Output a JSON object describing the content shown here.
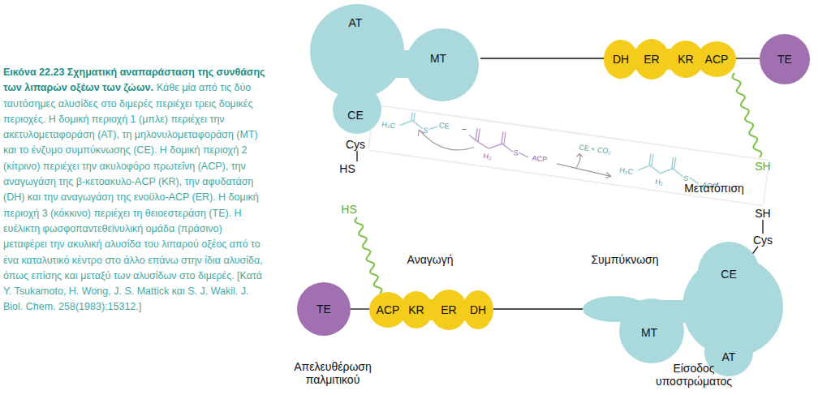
{
  "diagram": {
    "title": "Εικόνα 22.23 Σχηματική αναπαράσταση της συνθάσης των λιπαρών οξέων των ζώων.",
    "caption": "Κάθε μία από τις δύο ταυτόσημες αλυσίδες στο διμερές περιέχει τρεις δομικές περιοχές. Η δομική περιοχή 1 (μπλε) περιέχει την ακετυλομεταφοράση (AT), τη μηλονυλομεταφοράση (MT) και το ένζυμο συμπύκνωσης (CE). Η δομική περιοχή 2 (κίτρινο) περιέχει την ακυλοφόρο πρωτεΐνη (ACP), την αναγωγάση της β-κετοακυλο-ACP (KR), την αφυδατάση (DH) και την αναγωγάση της ενοϋλο-ACP (ER). Η δομική περιοχή 3 (κόκκινο) περιέχει τη θειοεστεράση (TE). Η ευέλικτη φωσφοπαντεθεϊνυλική ομάδα (πράσινο) μεταφέρει την ακυλική αλυσίδα του λιπαρού οξέος από το ένα καταλυτικό κέντρο στο άλλο επάνω στην ίδια αλυσίδα, όπως επίσης και μεταξύ των αλυσίδων στο διμερές. [Κατά Y. Tsukamoto, H. Wong, J. S. Mattick και S. J. Wakil. J. Biol. Chem. 258(1983):15312.]",
    "nodes": [
      {
        "text": [
          "AT",
          "MT",
          "CE"
        ]
      },
      {
        "text": [
          "DH",
          "ER",
          "KR",
          "ACP"
        ]
      },
      {
        "text": [
          "TE"
        ]
      },
      {
        "text": [
          "TE"
        ]
      },
      {
        "text": [
          "ACP",
          "KR",
          "ER",
          "DH"
        ]
      },
      {
        "text": [
          "CE",
          "MT",
          "AT"
        ]
      }
    ],
    "edges": [
      {
        "from": 0,
        "to": 1,
        "arrow": "none"
      },
      {
        "from": 1,
        "to": 2,
        "arrow": "none"
      },
      {
        "from": 3,
        "to": 4,
        "arrow": "none"
      },
      {
        "from": 4,
        "to": 5,
        "arrow": "none"
      }
    ],
    "labels": [
      "Cys",
      "HS",
      "SH",
      "Μετατόπιση",
      "SH",
      "Cys",
      "HS",
      "Αναγωγή",
      "Συμπύκνωση",
      "Απελευθέρωση παλμιτικού",
      "Είσοδος υποστρώματος",
      "H₃C",
      "S",
      "CE",
      "−",
      "H₂",
      "S",
      "ACP",
      "CE + CO₂",
      "H₃C",
      "H₂",
      "S",
      "ACP"
    ]
  }
}
